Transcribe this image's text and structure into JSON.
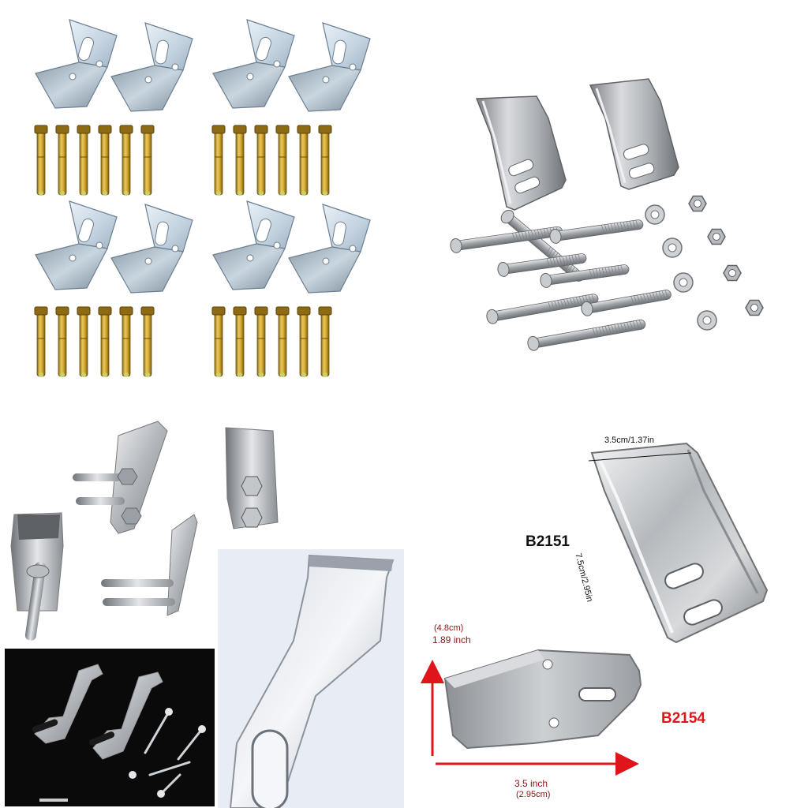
{
  "panels": {
    "bottom_right": {
      "model_top": "B2151",
      "model_bottom": "B2154",
      "dim_width_top": "3.5cm/1.37in",
      "dim_height_top": "7.5cm/2.95in",
      "dim_vertical_cm": "(4.8cm)",
      "dim_vertical_in": "1.89 inch",
      "dim_horizontal_in": "3.5 inch",
      "dim_horizontal_cm": "(2.95cm)",
      "colors": {
        "arrow": "#e0141b",
        "model_bottom": "#e0141b",
        "model_top": "#111111"
      }
    }
  }
}
